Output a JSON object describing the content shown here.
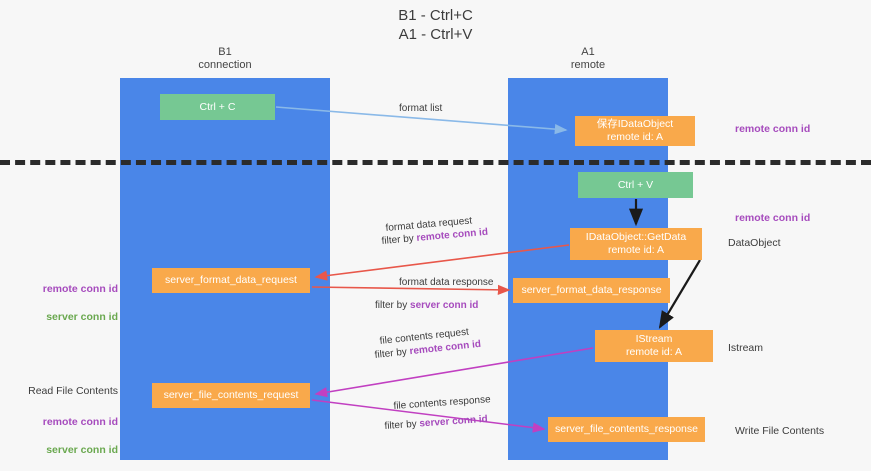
{
  "title": "B1 - Ctrl+C\nA1 - Ctrl+V",
  "lanes": [
    {
      "id": "b1",
      "label": "B1\nconnection"
    },
    {
      "id": "a1",
      "label": "A1\nremote"
    }
  ],
  "nodes": [
    {
      "id": "ctrl-c",
      "label": "Ctrl + C",
      "color": "#76c893"
    },
    {
      "id": "save-idataobject",
      "label": "保存IDataObject\nremote id: A",
      "color": "#f9a94b"
    },
    {
      "id": "ctrl-v",
      "label": "Ctrl + V",
      "color": "#76c893"
    },
    {
      "id": "idataobject-getdata",
      "label": "IDataObject::GetData\nremote id: A",
      "color": "#f9a94b"
    },
    {
      "id": "server-format-data-request",
      "label": "server_format_data_request",
      "color": "#f9a94b"
    },
    {
      "id": "server-format-data-response",
      "label": "server_format_data_response",
      "color": "#f9a94b"
    },
    {
      "id": "istream",
      "label": "IStream\nremote id: A",
      "color": "#f9a94b"
    },
    {
      "id": "server-file-contents-request",
      "label": "server_file_contents_request",
      "color": "#f9a94b"
    },
    {
      "id": "server-file-contents-response",
      "label": "server_file_contents_response",
      "color": "#f9a94b"
    }
  ],
  "edge_labels": {
    "format_list": "format list",
    "format_data_request": "format data request",
    "format_data_request_filter_prefix": "filter by ",
    "format_data_request_filter_key": "remote conn id",
    "format_data_response": "format data response",
    "format_data_response_filter_prefix": "filter by ",
    "format_data_response_filter_key": "server conn id",
    "file_contents_request": "file contents request",
    "file_contents_request_filter_prefix": "filter by ",
    "file_contents_request_filter_key": "remote conn id",
    "file_contents_response": "file contents response",
    "file_contents_response_filter_prefix": "filter by ",
    "file_contents_response_filter_key": "server conn id"
  },
  "annotations": {
    "remote_conn_id_top": "remote conn id",
    "remote_conn_id_mid": "remote conn id",
    "dataobject": "DataObject",
    "istream": "Istream",
    "write_file_contents": "Write File Contents",
    "read_file_contents": "Read File Contents",
    "left_remote_conn_id_a": "remote conn id",
    "left_server_conn_id_a": "server conn id",
    "left_remote_conn_id_b": "remote conn id",
    "left_server_conn_id_b": "server conn id"
  },
  "colors": {
    "lane": "#4a86e8",
    "green_node": "#76c893",
    "orange_node": "#f9a94b",
    "purple_text": "#a64bbd",
    "green_text": "#6aa84f",
    "arrow_blue": "#8ab9e8",
    "arrow_red": "#e8574a",
    "arrow_magenta": "#c13fc1",
    "arrow_black": "#1a1a1a",
    "separator": "#2b2b2b",
    "background": "#f7f7f7"
  }
}
